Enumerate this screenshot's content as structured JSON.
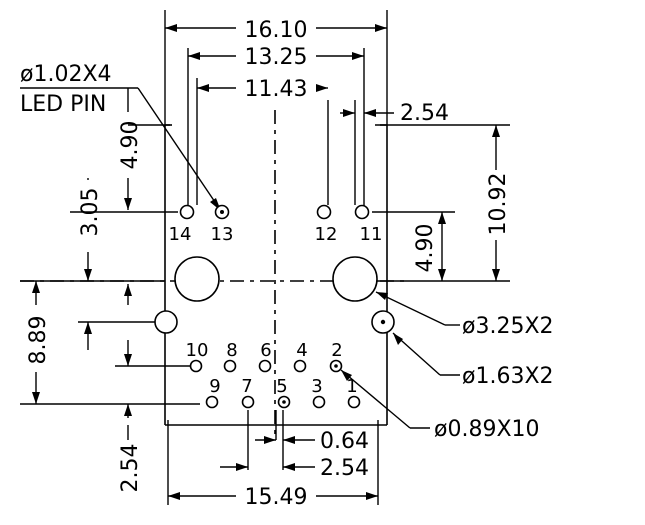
{
  "dimensions": {
    "top_16_10": "16.10",
    "top_13_25": "13.25",
    "top_11_43": "11.43",
    "top_2_54": "2.54",
    "left_4_90": "4.90",
    "left_3_05": "3.05",
    "left_8_89": "8.89",
    "left_2_54": "2.54",
    "right_10_92": "10.92",
    "right_4_90": "4.90",
    "bottom_0_64": "0.64",
    "bottom_2_54": "2.54",
    "bottom_15_49": "15.49"
  },
  "callouts": {
    "led_pin_size": "ø1.02X4",
    "led_pin_label": "LED PIN",
    "mount_hole": "ø3.25X2",
    "peg_hole": "ø1.63X2",
    "signal_pin": "ø0.89X10"
  },
  "pin_numbers": {
    "p1": "1",
    "p2": "2",
    "p3": "3",
    "p4": "4",
    "p5": "5",
    "p6": "6",
    "p7": "7",
    "p8": "8",
    "p9": "9",
    "p10": "10",
    "p11": "11",
    "p12": "12",
    "p13": "13",
    "p14": "14"
  }
}
